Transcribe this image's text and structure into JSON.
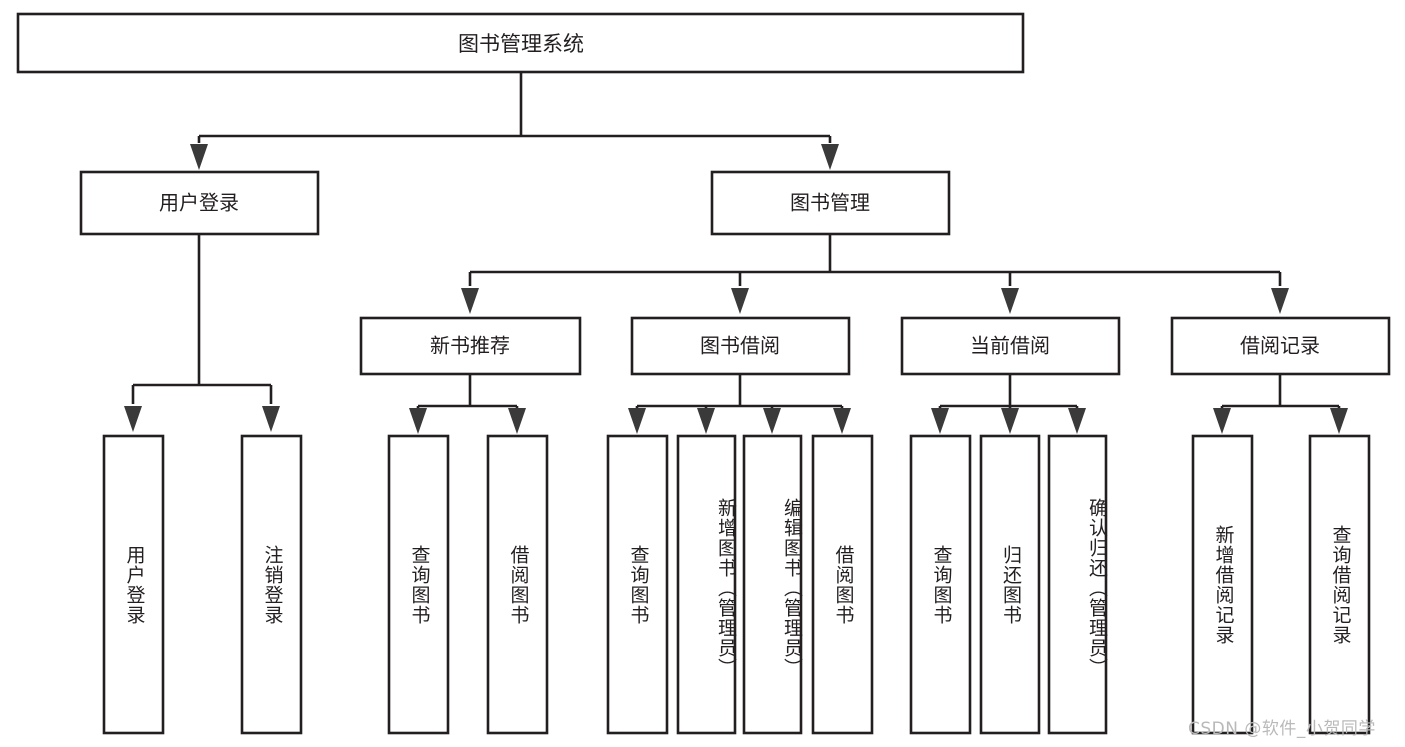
{
  "diagram": {
    "type": "tree",
    "title": "图书管理系统",
    "watermark": "CSDN @软件_小贺同学",
    "root": {
      "id": "root",
      "label": "图书管理系统"
    },
    "level2": [
      {
        "id": "user-login",
        "label": "用户登录"
      },
      {
        "id": "book-manage",
        "label": "图书管理"
      }
    ],
    "level3": [
      {
        "id": "new-book-recommend",
        "label": "新书推荐"
      },
      {
        "id": "book-borrow",
        "label": "图书借阅"
      },
      {
        "id": "current-borrow",
        "label": "当前借阅"
      },
      {
        "id": "borrow-record",
        "label": "借阅记录"
      }
    ],
    "leaves": {
      "user_login": [
        {
          "id": "leaf-user-login",
          "label": "用户登录"
        },
        {
          "id": "leaf-logout",
          "label": "注销登录"
        }
      ],
      "new_book_recommend": [
        {
          "id": "leaf-query-book-1",
          "label": "查询图书"
        },
        {
          "id": "leaf-borrow-book-1",
          "label": "借阅图书"
        }
      ],
      "book_borrow": [
        {
          "id": "leaf-query-book-2",
          "label": "查询图书"
        },
        {
          "id": "leaf-add-book",
          "label": "新增图书（管理员）"
        },
        {
          "id": "leaf-edit-book",
          "label": "编辑图书（管理员）"
        },
        {
          "id": "leaf-borrow-book-2",
          "label": "借阅图书"
        }
      ],
      "current_borrow": [
        {
          "id": "leaf-query-book-3",
          "label": "查询图书"
        },
        {
          "id": "leaf-return-book",
          "label": "归还图书"
        },
        {
          "id": "leaf-confirm-return",
          "label": "确认归还（管理员）"
        }
      ],
      "borrow_record": [
        {
          "id": "leaf-add-record",
          "label": "新增借阅记录"
        },
        {
          "id": "leaf-query-record",
          "label": "查询借阅记录"
        }
      ]
    },
    "colors": {
      "background": "#ffffff",
      "box_fill": "#ffffff",
      "box_stroke": "#231f20",
      "connector": "#231f20",
      "text": "#231f20",
      "watermark": "#b9b9b9"
    }
  }
}
